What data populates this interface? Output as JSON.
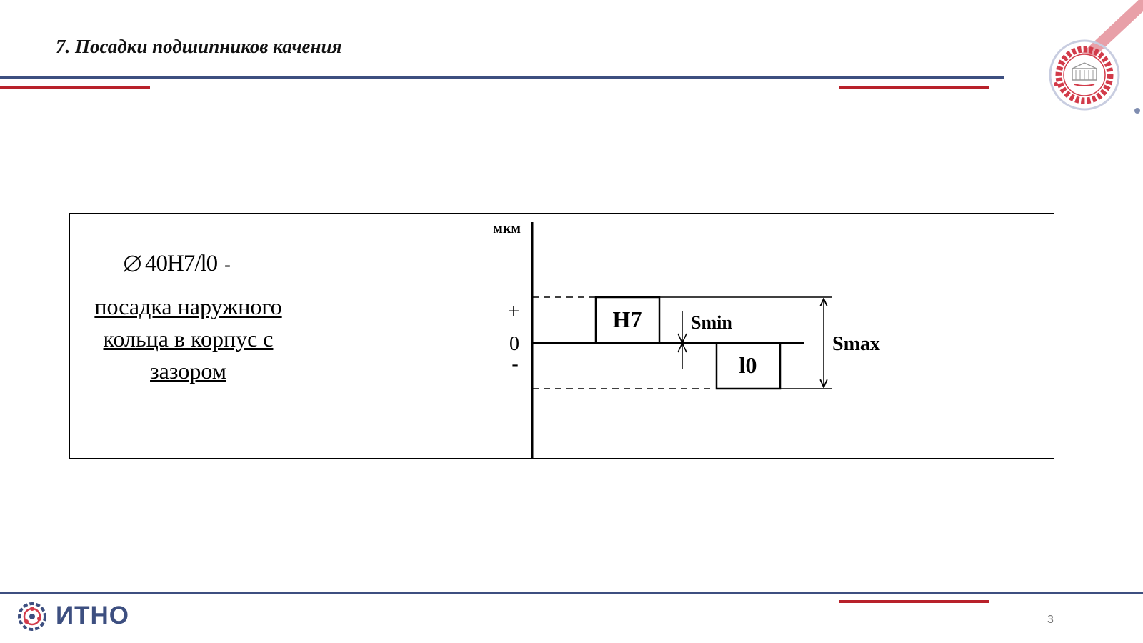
{
  "slide": {
    "title": "7. Посадки подшипников качения",
    "page_number": "3"
  },
  "fit": {
    "symbol": "40H7/l0",
    "dash": "-",
    "description": "посадка наружного кольца в корпус с зазором"
  },
  "diagram": {
    "unit_label": "мкм",
    "plus_label": "+",
    "zero_label": "0",
    "minus_label": "-",
    "hole_zone_label": "H7",
    "shaft_zone_label": "l0",
    "smin_label": "Smin",
    "smax_label": "Smax"
  },
  "footer": {
    "brand": "ИТНО"
  },
  "colors": {
    "blue_bar": "#3d4f80",
    "red_bar": "#b8212a",
    "logo_red": "#d23b4a"
  }
}
